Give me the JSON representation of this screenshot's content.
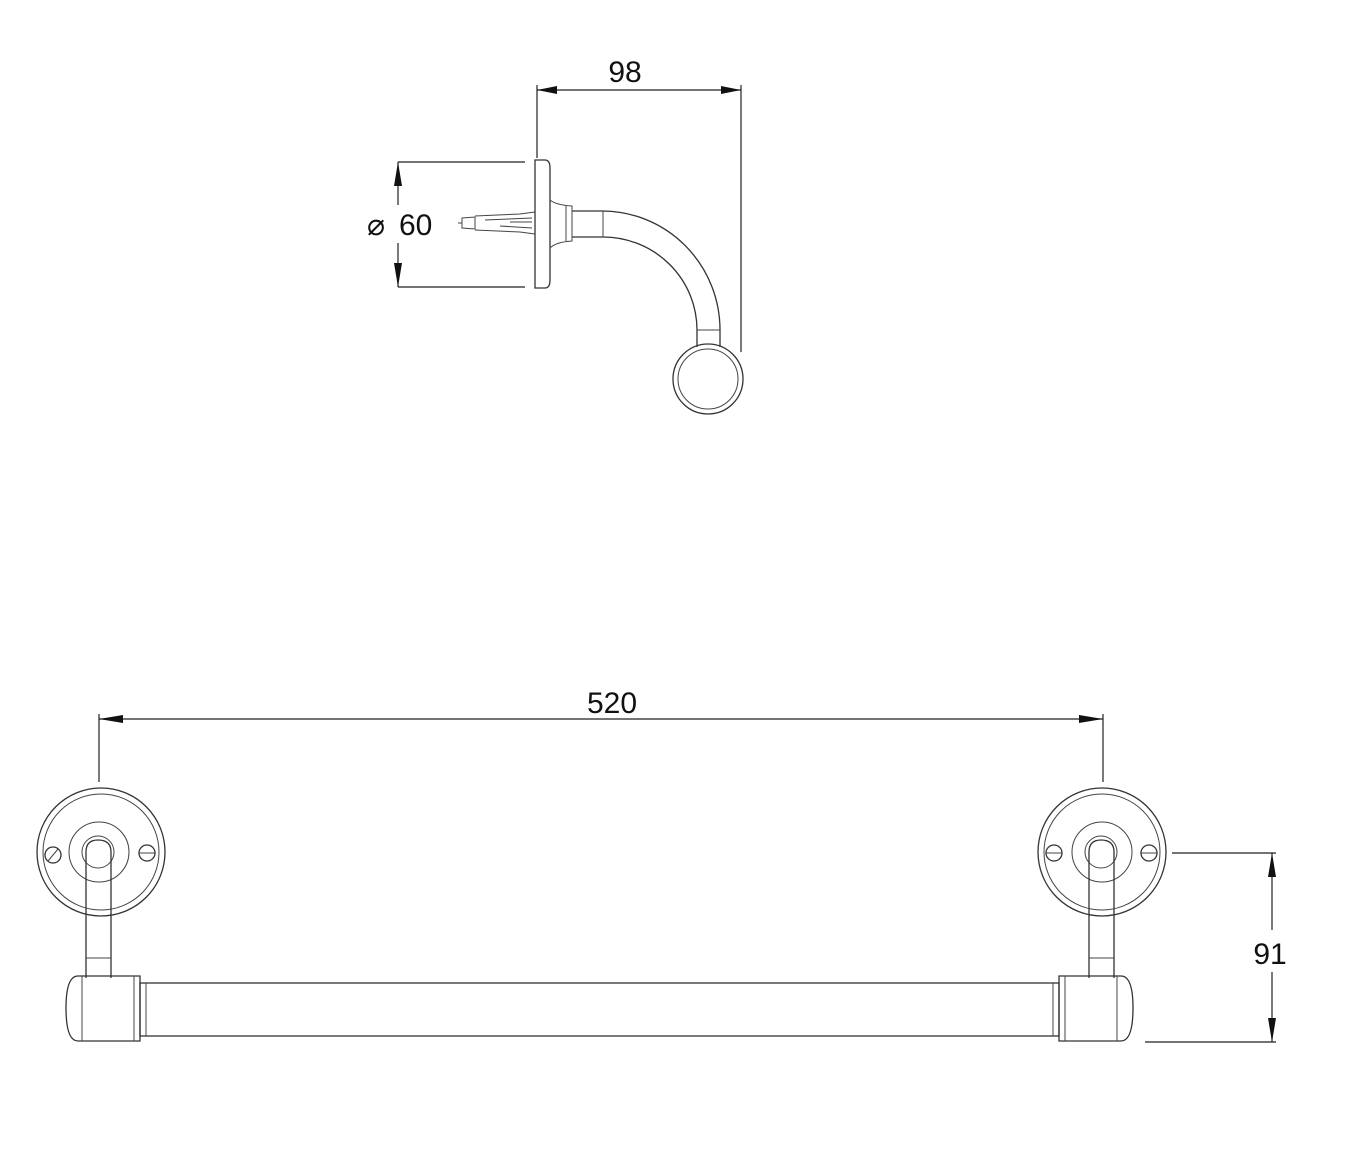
{
  "drawing": {
    "side_view": {
      "depth_dimension": "98",
      "diameter_symbol": "⌀",
      "diameter_value": "60"
    },
    "front_view": {
      "length_dimension": "520",
      "height_dimension": "91"
    }
  }
}
